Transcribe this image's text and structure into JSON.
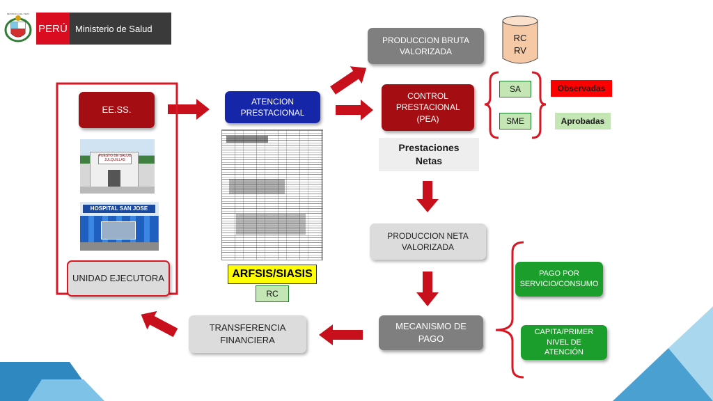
{
  "header": {
    "brand": "PERÚ",
    "ministry": "Ministerio de Salud",
    "shield_caption": "REPÚBLICA DEL PERÚ"
  },
  "nodes": {
    "eess": "EE.SS.",
    "unidad_ejecutora": "UNIDAD EJECUTORA",
    "atencion": "ATENCION PRESTACIONAL",
    "arfsis": "ARFSIS/SIASIS",
    "rc_small": "RC",
    "produccion_bruta": "PRODUCCION BRUTA VALORIZADA",
    "rc_rv": "RC RV",
    "control": "CONTROL PRESTACIONAL (PEA)",
    "sa": "SA",
    "sme": "SME",
    "observadas": "Observadas",
    "aprobadas": "Aprobadas",
    "prestaciones_netas": "Prestaciones Netas",
    "produccion_neta": "PRODUCCION NETA VALORIZADA",
    "mecanismo": "MECANISMO DE PAGO",
    "pago_servicio": "PAGO POR SERVICIO/CONSUMO",
    "capita": "CAPITA/PRIMER NIVEL DE ATENCIÓN",
    "transferencia": "TRANSFERENCIA FINANCIERA"
  },
  "photos": {
    "posta_sign": "PUESTO DE SALUD JULQUILLAS",
    "hospital_sign": "HOSPITAL SAN JOSE"
  },
  "colors": {
    "dark_red": "#a40d12",
    "arrow_red": "#c8101c",
    "blue": "#1626a8",
    "green": "#1c9e2c",
    "accent_teal": "#4aa0d0"
  }
}
